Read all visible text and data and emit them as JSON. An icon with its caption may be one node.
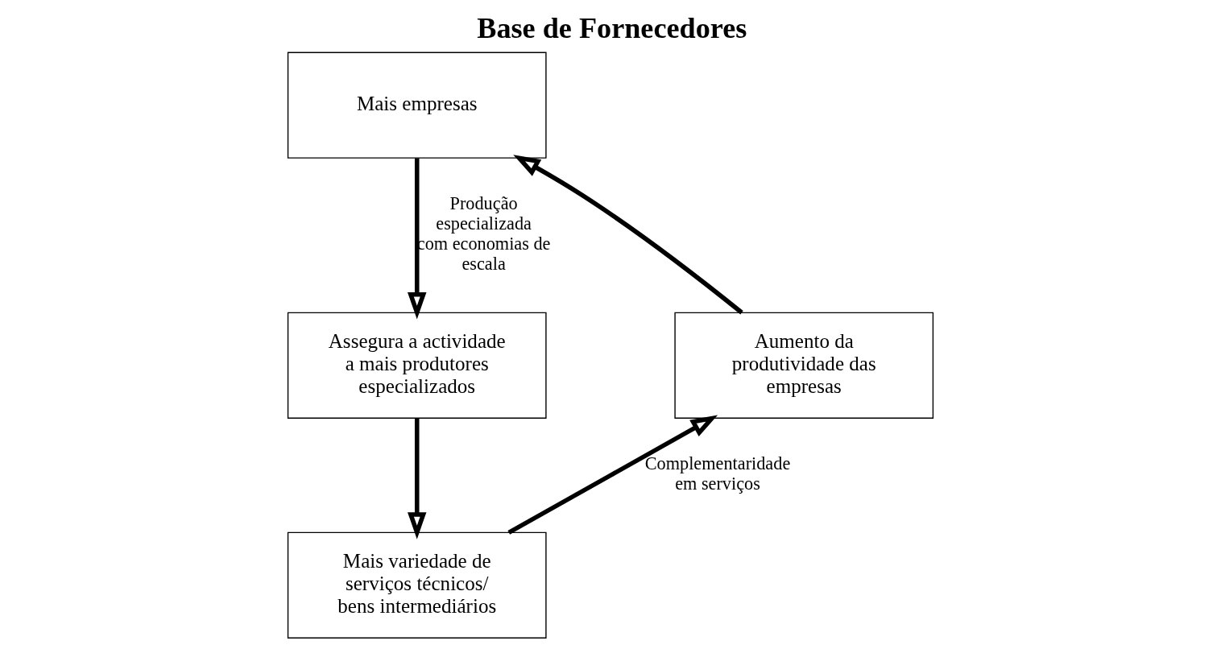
{
  "diagram": {
    "title": "Base de Fornecedores",
    "nodes": [
      {
        "text": [
          "Mais empresas"
        ]
      },
      {
        "text": [
          "Assegura a actividade a mais produtores especializados"
        ]
      },
      {
        "text": [
          "Mais variedade de serviços técnicos/ bens intermediários"
        ]
      },
      {
        "text": [
          "Aumento da produtividade das empresas"
        ]
      }
    ],
    "edges": [
      {
        "from": 0,
        "to": 1,
        "arrow": "to",
        "label": "Produção especializada com economias de escala"
      },
      {
        "from": 1,
        "to": 2,
        "arrow": "to"
      },
      {
        "from": 2,
        "to": 3,
        "arrow": "to",
        "label": "Complementaridade em serviços"
      },
      {
        "from": 3,
        "to": 0,
        "arrow": "to"
      }
    ]
  }
}
